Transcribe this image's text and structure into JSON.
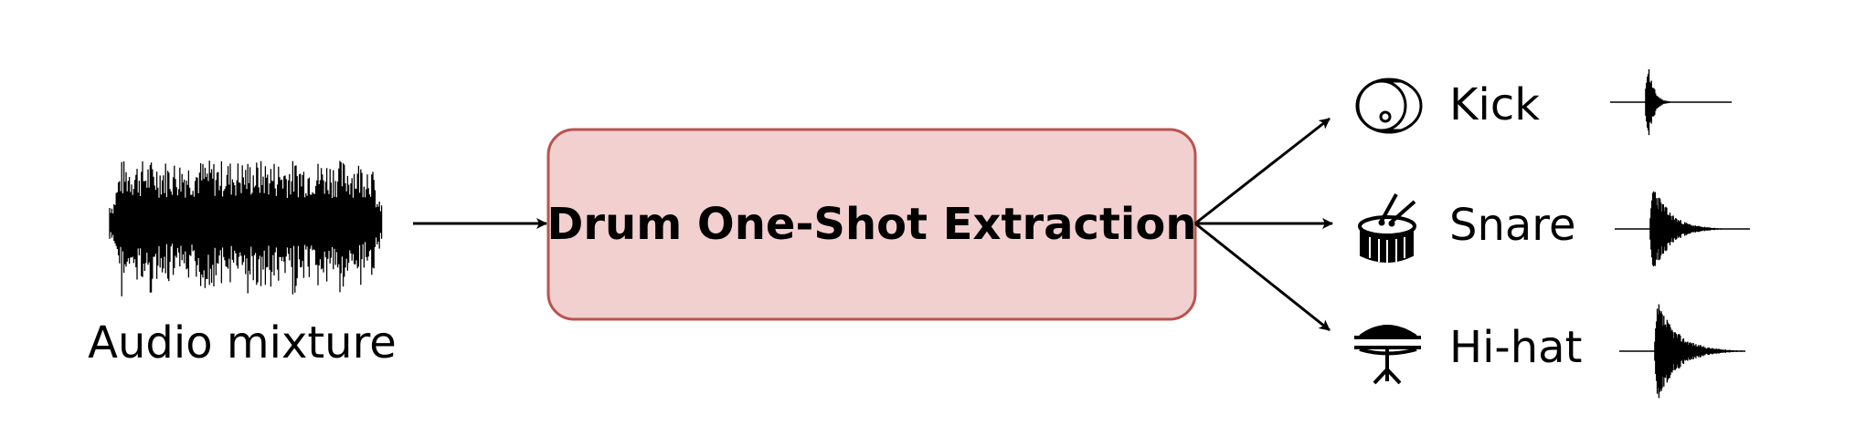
{
  "input": {
    "label": "Audio mixture",
    "waveform": "dense-mixture-waveform"
  },
  "process": {
    "label": "Drum One-Shot Extraction",
    "fill": "#f2d0cf",
    "stroke": "#b85450"
  },
  "outputs": [
    {
      "label": "Kick",
      "icon": "kick-drum-icon",
      "waveform": "one-shot-waveform"
    },
    {
      "label": "Snare",
      "icon": "snare-drum-icon",
      "waveform": "one-shot-waveform"
    },
    {
      "label": "Hi-hat",
      "icon": "hi-hat-icon",
      "waveform": "one-shot-waveform"
    }
  ]
}
